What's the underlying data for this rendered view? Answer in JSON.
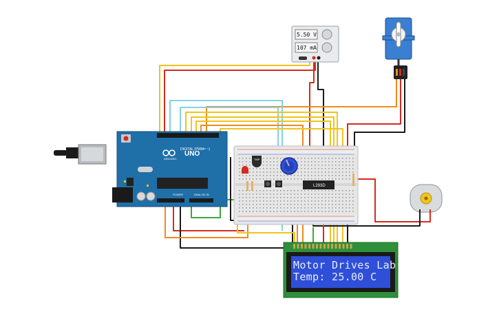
{
  "power_supply": {
    "voltage_display": "5.50 V",
    "current_display": "107 mA"
  },
  "arduino": {
    "model": "UNO",
    "brand": "ARDUINO",
    "digital_header": "DIGITAL (PWM= ~)",
    "power_label": "POWER",
    "analog_label": "ANALOG IN"
  },
  "breadboard": {
    "driver_chip_label": "L293D",
    "sensor_label": "TMP"
  },
  "lcd": {
    "line1": "Motor Drives Lab",
    "line2": "Temp: 25.00 C"
  },
  "colors": {
    "wire_red": "#d42a1f",
    "wire_yellow": "#f0c419",
    "wire_orange": "#f08a1c",
    "wire_cyan": "#7fd3e6",
    "wire_green": "#3ca83c",
    "wire_black": "#1a1a1a",
    "wire_purple": "#8a3fb3",
    "arduino_blue": "#1f6fa8",
    "lcd_blue": "#2f4fd8",
    "lcd_green": "#2f8f3a"
  },
  "icons": {
    "servo": "servo-motor-icon",
    "dc_motor": "dc-motor-icon",
    "potentiometer": "potentiometer-icon",
    "usb": "usb-connector-icon",
    "led": "led-icon"
  }
}
